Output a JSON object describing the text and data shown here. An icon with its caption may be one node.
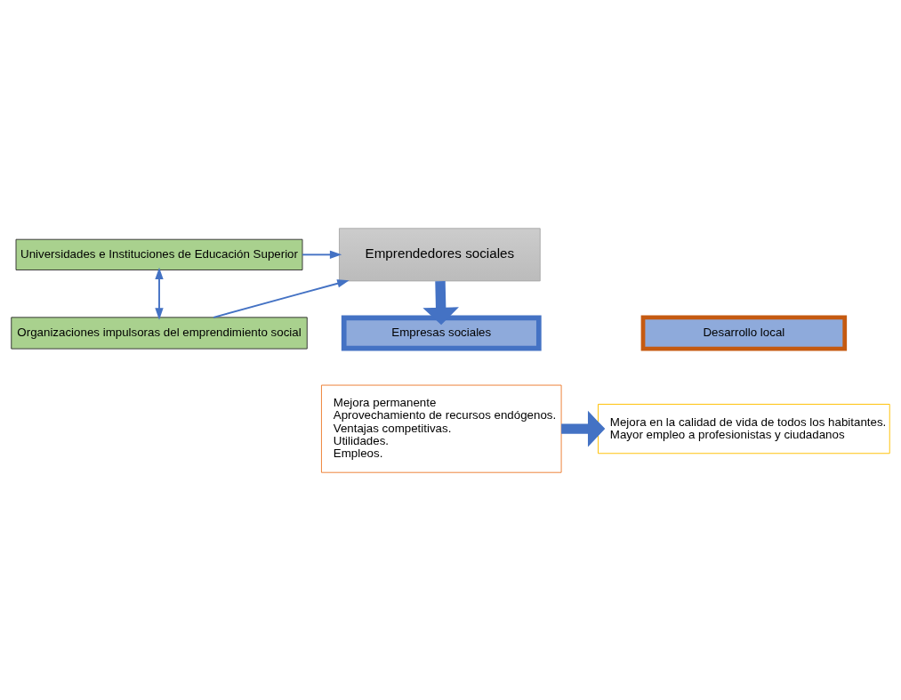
{
  "diagram": {
    "nodes": [
      {
        "text": [
          "Emprendedores sociales"
        ]
      },
      {
        "text": [
          "Universidades e Instituciones de Educación Superior"
        ]
      },
      {
        "text": [
          "Organizaciones impulsoras del emprendimiento social"
        ]
      },
      {
        "text": [
          "Empresas sociales"
        ]
      },
      {
        "text": [
          "Mejora permanente",
          "Aprovechamiento de recursos endógenos.",
          "Ventajas competitivas.",
          "Utilidades.",
          "Empleos."
        ]
      },
      {
        "text": [
          "Desarrollo local"
        ]
      },
      {
        "text": [
          "Mejora en la calidad de vida de todos los habitantes.",
          "Mayor empleo a profesionistas y ciudadanos"
        ]
      }
    ],
    "edges": [
      {
        "from": 1,
        "to": 0,
        "arrow": "to"
      },
      {
        "from": 2,
        "to": 0,
        "arrow": "to"
      },
      {
        "from": 1,
        "to": 2,
        "arrow": "both"
      },
      {
        "from": 0,
        "to": 3,
        "arrow": "to",
        "style": "thick"
      },
      {
        "from": 4,
        "to": 6,
        "arrow": "to",
        "style": "thick"
      }
    ]
  }
}
